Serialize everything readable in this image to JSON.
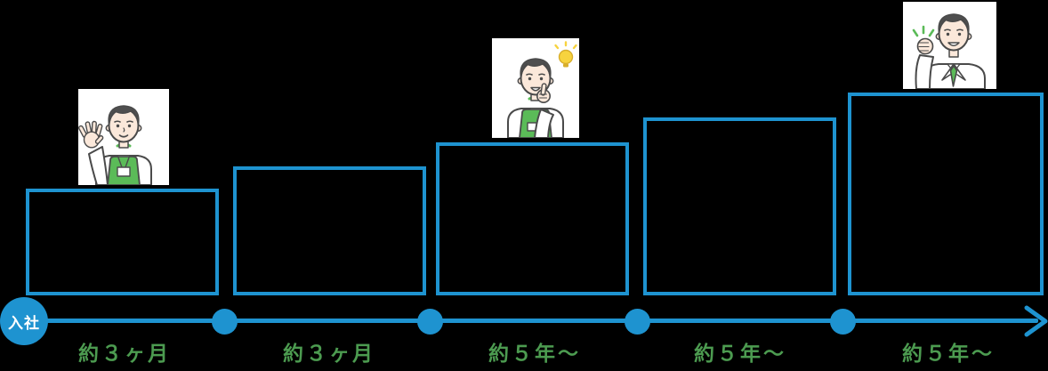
{
  "diagram_type": "career-step-timeline",
  "colors": {
    "background": "#000000",
    "accent_blue": "#1e93d0",
    "label_green": "#4c9b50",
    "illustration_green": "#5bbb58",
    "start_circle_text": "#ffffff"
  },
  "timeline": {
    "start_label": "入社"
  },
  "steps": [
    {
      "label": "約３ヶ月",
      "illustration": "clerk-waving-icon"
    },
    {
      "label": "約３ヶ月",
      "illustration": null
    },
    {
      "label": "約５年〜",
      "illustration": "clerk-thinking-lightbulb-icon"
    },
    {
      "label": "約５年〜",
      "illustration": null
    },
    {
      "label": "約５年〜",
      "illustration": "businessman-fist-pump-icon"
    }
  ]
}
